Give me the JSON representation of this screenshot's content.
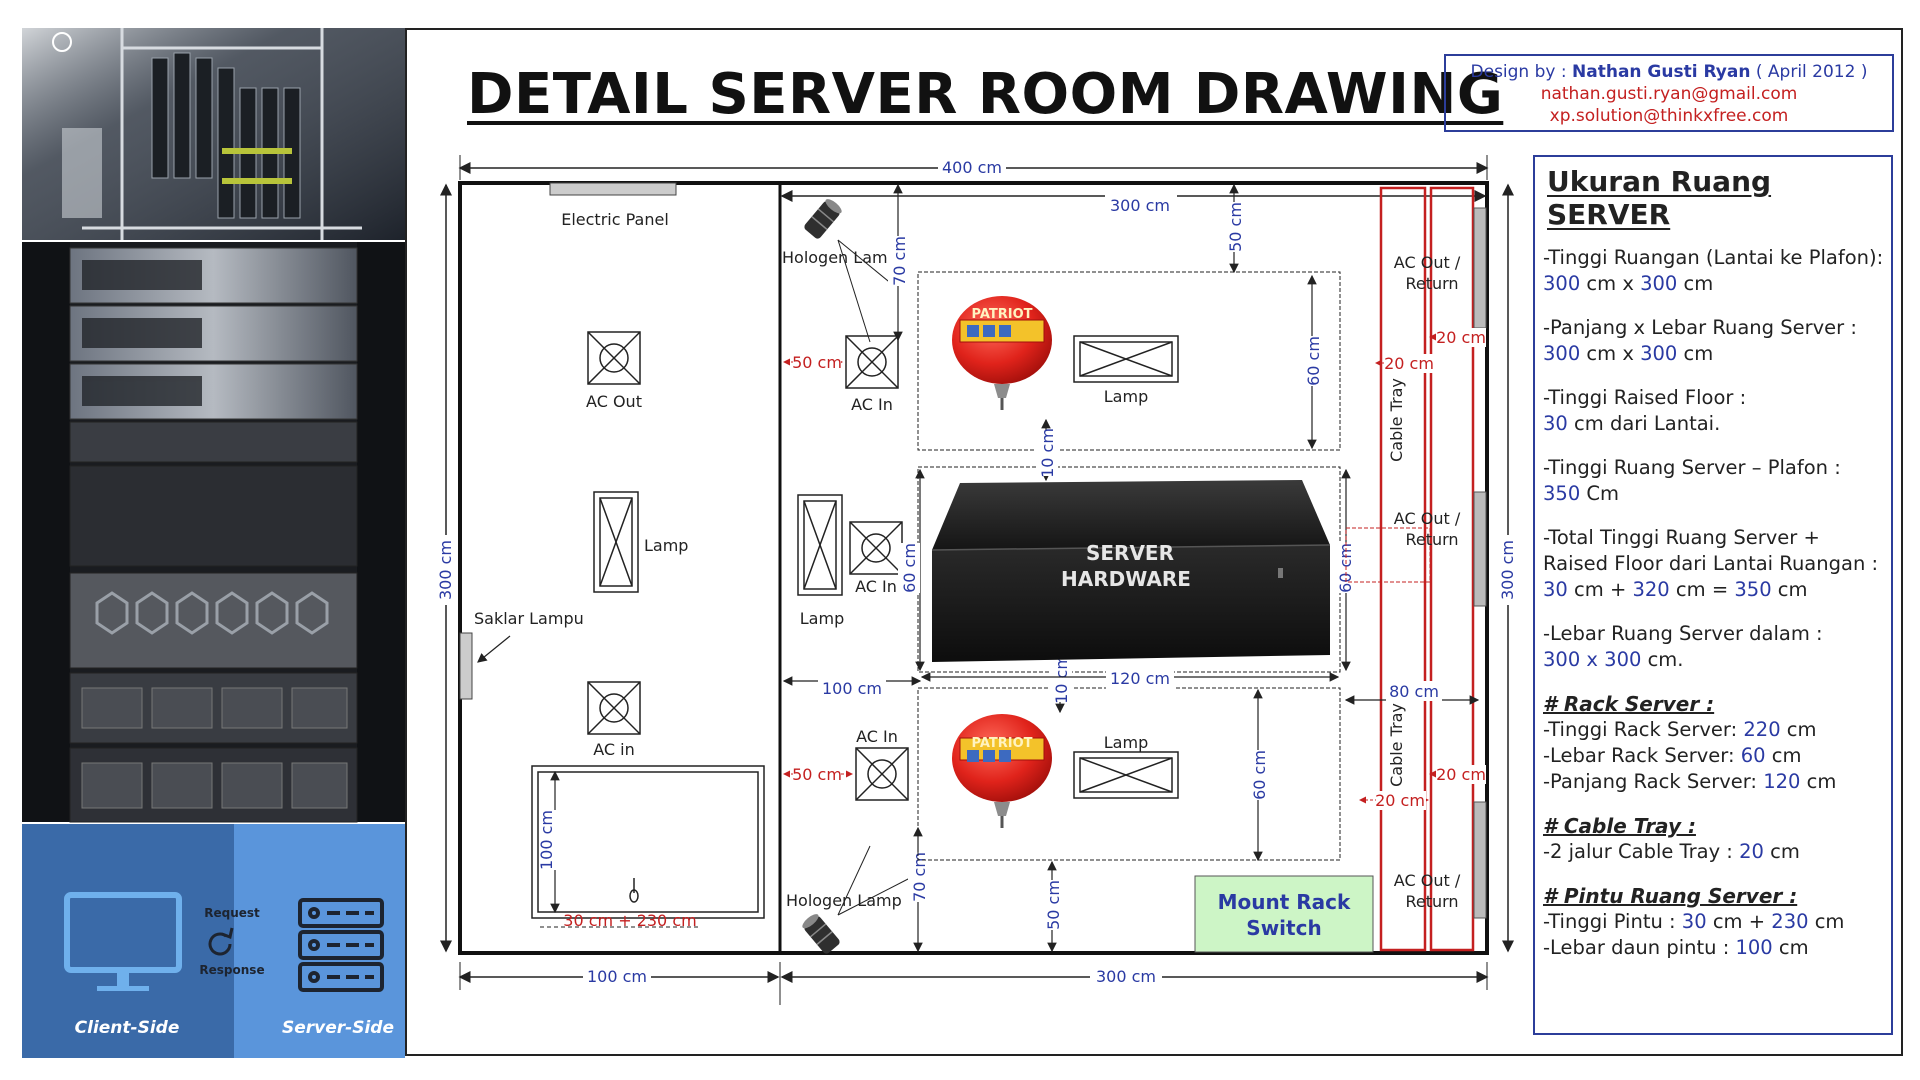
{
  "title": "DETAIL SERVER ROOM DRAWING",
  "credit": {
    "prefix": "Design by : ",
    "name": "Nathan Gusti Ryan",
    "date": " ( April 2012 )",
    "email1": "nathan.gusti.ryan@gmail.com",
    "email2": "xp.solution@thinkxfree.com"
  },
  "photo_panel": {
    "request": "Request",
    "response": "Response",
    "client_side": "Client-Side",
    "server_side": "Server-Side"
  },
  "plan": {
    "dim_top_total": "400 cm",
    "dim_top_server": "300 cm",
    "dim_left_height": "300 cm",
    "dim_right_height": "300 cm",
    "dim_bottom_left": "100 cm",
    "dim_bottom_right": "300 cm",
    "electric_panel": "Electric Panel",
    "ac_out_left": "AC Out",
    "lamp_left": "Lamp",
    "saklar_lampu": "Saklar Lampu",
    "ac_in_left": "AC in",
    "door_height_dim": "100 cm",
    "door_width_dim": "30 cm + 230 cm",
    "hologen_lamp_top": "Hologen Lamp",
    "hologen_lamp_bottom": "Hologen Lamp",
    "dim_70_top": "70 cm",
    "dim_70_bottom": "70 cm",
    "dim_50_top_left": "50 cm",
    "dim_50_bottom_left": "50 cm",
    "ac_in_top": "AC In",
    "ac_in_mid": "AC In",
    "ac_in_bottom": "AC In",
    "lamp_mid_left": "Lamp",
    "lamp_top": "Lamp",
    "lamp_bottom": "Lamp",
    "dim_50_ceiling": "50 cm",
    "dim_50_floor": "50 cm",
    "dim_60_top": "60 cm",
    "dim_60_bottom": "60 cm",
    "dim_60_server_left": "60 cm",
    "dim_60_server_right": "60 cm",
    "dim_10_top": "10 cm",
    "dim_10_bottom": "10 cm",
    "dim_100_mid": "100 cm",
    "dim_120": "120 cm",
    "dim_80": "80 cm",
    "server_line1": "SERVER",
    "server_line2": "HARDWARE",
    "fire_label": "PATRIOT",
    "mount_rack_line1": "Mount Rack",
    "mount_rack_line2": "Switch",
    "cable_tray_top": "Cable Tray",
    "cable_tray_bottom": "Cable Tray",
    "ac_out_return": "AC Out /",
    "return_word": "Return",
    "dim_20_a": "20 cm",
    "dim_20_b": "20 cm",
    "dim_20_c": "20 cm",
    "dim_20_d": "20 cm"
  },
  "info": {
    "heading": "Ukuran Ruang SERVER",
    "s1_label": "-Tinggi Ruangan (Lantai ke Plafon):",
    "s1_a": "300",
    "s1_unit": " cm x ",
    "s1_b": "300",
    "s1_end": " cm",
    "s2_label": "-Panjang x Lebar Ruang Server :",
    "s2_a": "300",
    "s2_unit": " cm x ",
    "s2_b": "300",
    "s2_end": " cm",
    "s3_label": "-Tinggi Raised Floor :",
    "s3_a": "30",
    "s3_end": " cm dari Lantai.",
    "s4_label": "-Tinggi Ruang Server – Plafon :",
    "s4_a": "350",
    "s4_end": " Cm",
    "s5_label1": "-Total Tinggi Ruang Server +",
    "s5_label2": "Raised Floor dari Lantai Ruangan :",
    "s5_a": "30",
    "s5_m1": " cm + ",
    "s5_b": "320",
    "s5_m2": " cm = ",
    "s5_c": "350",
    "s5_end": " cm",
    "s6_label": "-Lebar Ruang Server dalam :",
    "s6_a": "300 x 300",
    "s6_end": " cm.",
    "rack_head": "# Rack Server :",
    "rack1_label": "-Tinggi Rack Server: ",
    "rack1_val": "220",
    "rack1_end": " cm",
    "rack2_label": "-Lebar Rack Server: ",
    "rack2_val": "60",
    "rack2_end": " cm",
    "rack3_label": "-Panjang Rack Server: ",
    "rack3_val": "120",
    "rack3_end": " cm",
    "tray_head": "# Cable Tray :",
    "tray1_label": "-2 jalur Cable Tray : ",
    "tray1_val": "20",
    "tray1_end": " cm",
    "door_head": "# Pintu Ruang Server :",
    "door1_label": "-Tinggi Pintu : ",
    "door1_a": "30",
    "door1_m": " cm +  ",
    "door1_b": "230",
    "door1_end": " cm",
    "door2_label": "-Lebar daun pintu : ",
    "door2_a": "100",
    "door2_end": " cm"
  },
  "colors": {
    "dim_blue": "#2a3aa3",
    "dim_red": "#c42020",
    "panel_dark": "#3a6aa8",
    "panel_light": "#5a95db",
    "mount_rack_bg": "#cdf5c6"
  }
}
